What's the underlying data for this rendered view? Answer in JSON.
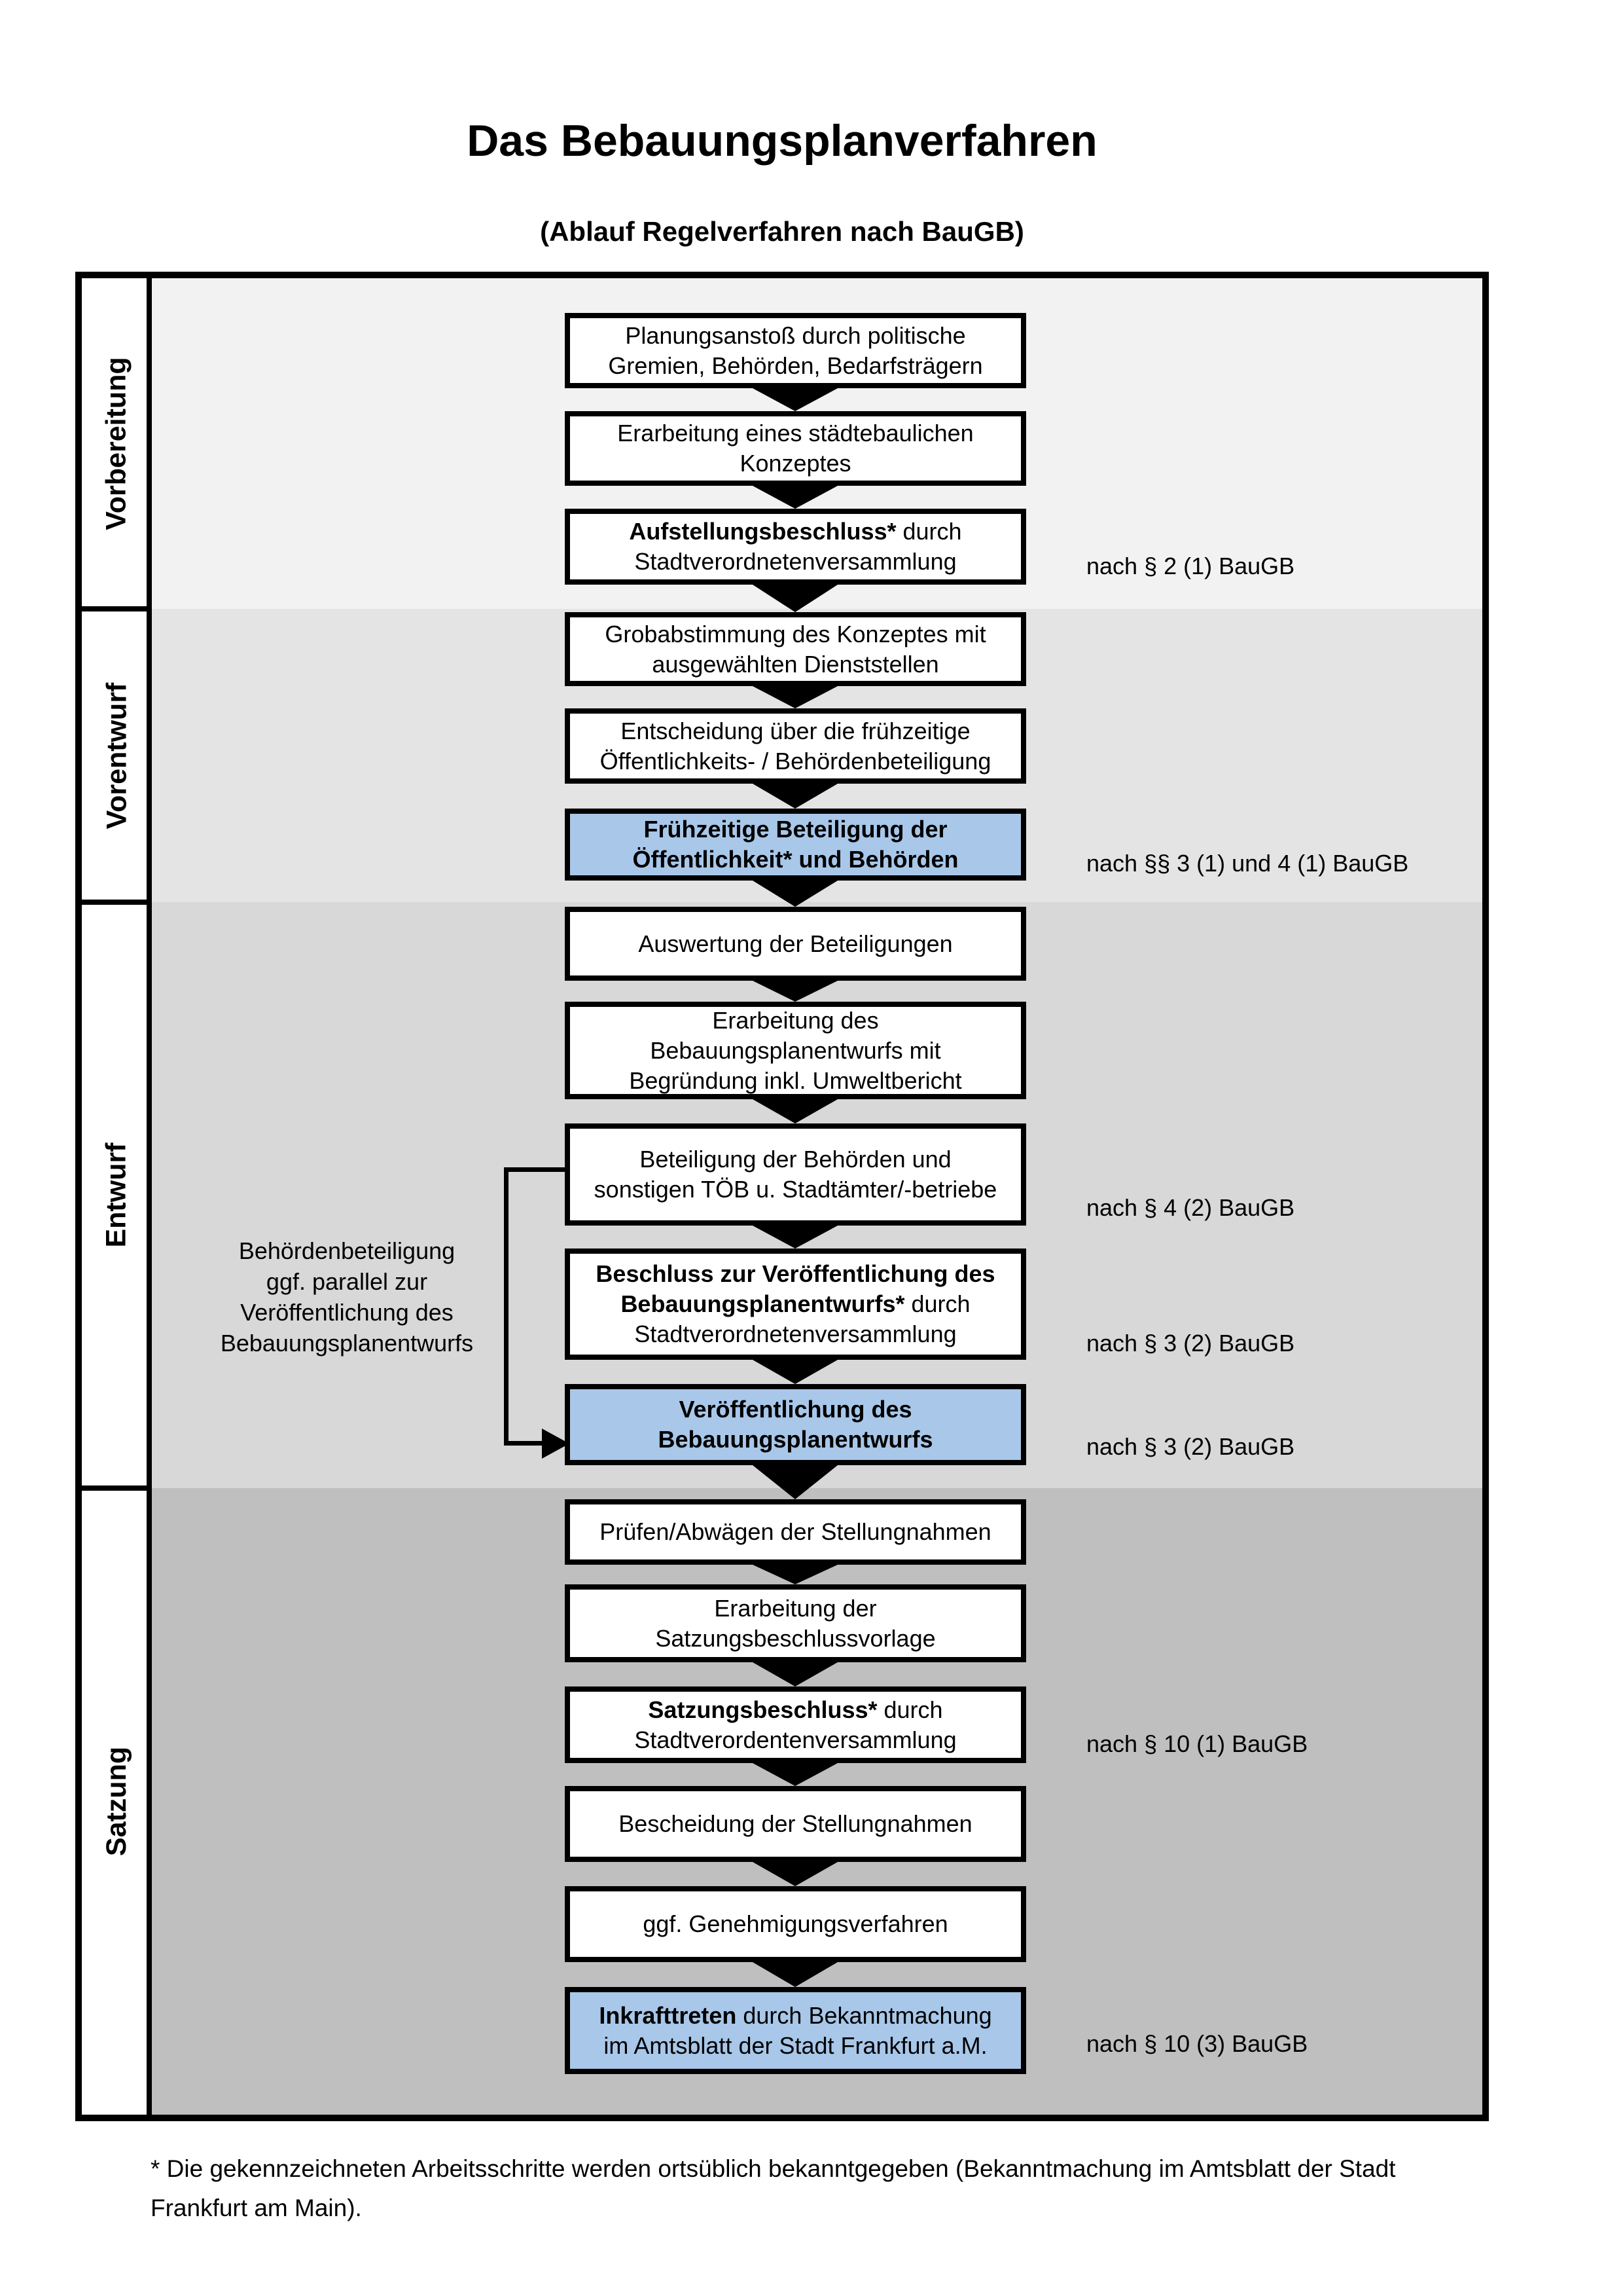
{
  "title": "Das Bebauungsplanverfahren",
  "subtitle": "(Ablauf Regelverfahren nach BauGB)",
  "phases": [
    {
      "label": "Vorbereitung"
    },
    {
      "label": "Vorentwurf"
    },
    {
      "label": "Entwurf"
    },
    {
      "label": "Satzung"
    }
  ],
  "flow": {
    "boxes": [
      {
        "highlight": false,
        "lines": [
          [
            {
              "text": "Planungsanstoß durch politische",
              "bold": false
            }
          ],
          [
            {
              "text": "Gremien, Behörden, Bedarfsträgern",
              "bold": false
            }
          ]
        ]
      },
      {
        "highlight": false,
        "lines": [
          [
            {
              "text": "Erarbeitung eines städtebaulichen",
              "bold": false
            }
          ],
          [
            {
              "text": "Konzeptes",
              "bold": false
            }
          ]
        ]
      },
      {
        "highlight": false,
        "lines": [
          [
            {
              "text": "Aufstellungsbeschluss*",
              "bold": true
            },
            {
              "text": " durch",
              "bold": false
            }
          ],
          [
            {
              "text": "Stadtverordnetenversammlung",
              "bold": false
            }
          ]
        ]
      },
      {
        "highlight": false,
        "lines": [
          [
            {
              "text": "Grobabstimmung des Konzeptes mit",
              "bold": false
            }
          ],
          [
            {
              "text": "ausgewählten Dienststellen",
              "bold": false
            }
          ]
        ]
      },
      {
        "highlight": false,
        "lines": [
          [
            {
              "text": "Entscheidung über die frühzeitige",
              "bold": false
            }
          ],
          [
            {
              "text": "Öffentlichkeits- / Behördenbeteiligung",
              "bold": false
            }
          ]
        ]
      },
      {
        "highlight": true,
        "lines": [
          [
            {
              "text": "Frühzeitige Beteiligung der",
              "bold": true
            }
          ],
          [
            {
              "text": "Öffentlichkeit* und Behörden",
              "bold": true
            }
          ]
        ]
      },
      {
        "highlight": false,
        "lines": [
          [
            {
              "text": "Auswertung der Beteiligungen",
              "bold": false
            }
          ]
        ]
      },
      {
        "highlight": false,
        "lines": [
          [
            {
              "text": "Erarbeitung des",
              "bold": false
            }
          ],
          [
            {
              "text": "Bebauungsplanentwurfs mit",
              "bold": false
            }
          ],
          [
            {
              "text": "Begründung inkl. Umweltbericht",
              "bold": false
            }
          ]
        ]
      },
      {
        "highlight": false,
        "lines": [
          [
            {
              "text": "Beteiligung der Behörden und",
              "bold": false
            }
          ],
          [
            {
              "text": "sonstigen TÖB u. Stadtämter/-betriebe",
              "bold": false
            }
          ]
        ]
      },
      {
        "highlight": false,
        "lines": [
          [
            {
              "text": "Beschluss zur Veröffentlichung des",
              "bold": true
            }
          ],
          [
            {
              "text": "Bebauungsplanentwurfs*",
              "bold": true
            },
            {
              "text": " durch",
              "bold": false
            }
          ],
          [
            {
              "text": "Stadtverordnetenversammlung",
              "bold": false
            }
          ]
        ]
      },
      {
        "highlight": true,
        "lines": [
          [
            {
              "text": "Veröffentlichung des",
              "bold": true
            }
          ],
          [
            {
              "text": "Bebauungsplanentwurfs",
              "bold": true
            }
          ]
        ]
      },
      {
        "highlight": false,
        "lines": [
          [
            {
              "text": "Prüfen/Abwägen der Stellungnahmen",
              "bold": false
            }
          ]
        ]
      },
      {
        "highlight": false,
        "lines": [
          [
            {
              "text": "Erarbeitung der",
              "bold": false
            }
          ],
          [
            {
              "text": "Satzungsbeschlussvorlage",
              "bold": false
            }
          ]
        ]
      },
      {
        "highlight": false,
        "lines": [
          [
            {
              "text": "Satzungsbeschluss*",
              "bold": true
            },
            {
              "text": " durch",
              "bold": false
            }
          ],
          [
            {
              "text": "Stadtverordentenversammlung",
              "bold": false
            }
          ]
        ]
      },
      {
        "highlight": false,
        "lines": [
          [
            {
              "text": "Bescheidung der Stellungnahmen",
              "bold": false
            }
          ]
        ]
      },
      {
        "highlight": false,
        "lines": [
          [
            {
              "text": "ggf. Genehmigungsverfahren",
              "bold": false
            }
          ]
        ]
      },
      {
        "highlight": true,
        "lines": [
          [
            {
              "text": "Inkrafttreten",
              "bold": true
            },
            {
              "text": " durch Bekanntmachung",
              "bold": false
            }
          ],
          [
            {
              "text": "im Amtsblatt der Stadt Frankfurt a.M.",
              "bold": false
            }
          ]
        ]
      }
    ]
  },
  "legal_refs": [
    "nach § 2 (1) BauGB",
    "nach §§ 3 (1) und 4 (1) BauGB",
    "nach § 4 (2) BauGB",
    "nach § 3 (2) BauGB",
    "nach § 3 (2) BauGB",
    "nach § 10 (1) BauGB",
    "nach § 10 (3) BauGB"
  ],
  "side_note": {
    "lines": [
      "Behördenbeteiligung",
      "ggf. parallel zur",
      "Veröffentlichung des",
      "Bebauungsplanentwurfs"
    ]
  },
  "footnote": {
    "lines": [
      "* Die gekennzeichneten Arbeitsschritte werden ortsüblich bekanntgegeben (Bekanntmachung im Amtsblatt  der Stadt",
      "Frankfurt am Main)."
    ]
  },
  "colors": {
    "highlight_blue": "#a8c7e9",
    "band_vorbereitung": "#f2f2f2",
    "band_vorentwurf": "#e4e4e4",
    "band_entwurf": "#d8d8d8",
    "band_satzung": "#bfbfbf",
    "line_black": "#000000"
  }
}
